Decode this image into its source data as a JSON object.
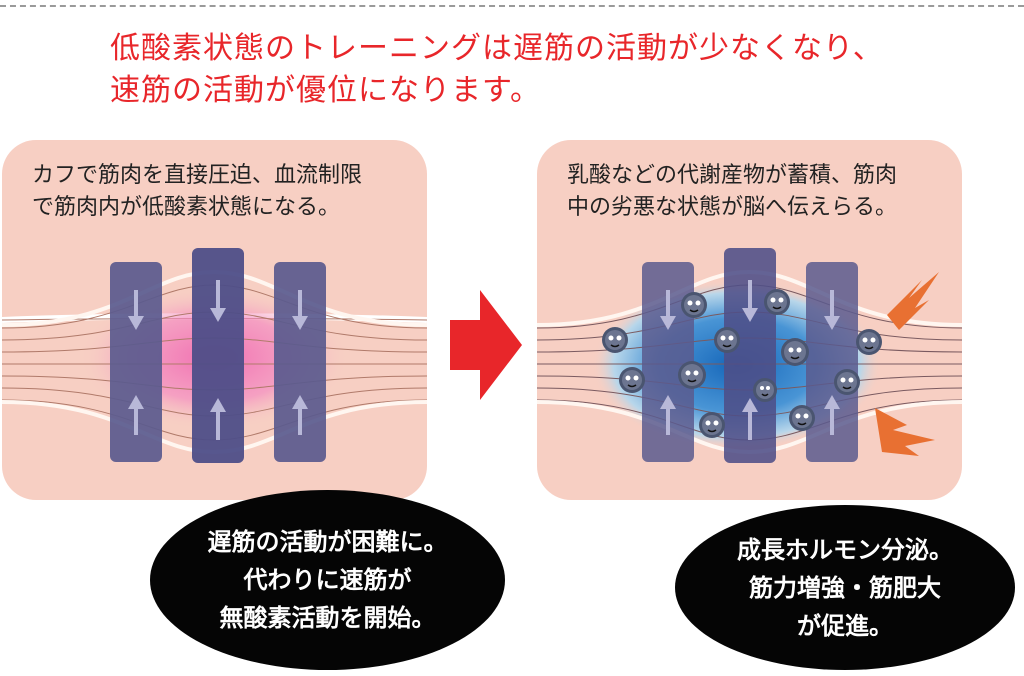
{
  "headline": {
    "line1": "低酸素状態のトレーニングは遅筋の活動が少なくなり、",
    "line2": "速筋の活動が優位になります。"
  },
  "left_panel": {
    "line1": "カフで筋肉を直接圧迫、血流制限",
    "line2": "で筋肉内が低酸素状態になる。",
    "glow_color": "#f06ab0"
  },
  "right_panel": {
    "line1": "乳酸などの代謝産物が蓄積、筋肉",
    "line2": "中の劣悪な状態が脳へ伝えらる。",
    "glow_color": "#1a78c8"
  },
  "arrow_color": "#e8262a",
  "left_bubble": {
    "line1": "遅筋の活動が困難に。",
    "line2": "代わりに速筋が",
    "line3": "無酸素活動を開始。"
  },
  "right_bubble": {
    "line1": "成長ホルモン分泌。",
    "line2": "筋力増強・筋肥大",
    "line3": "が促進。"
  },
  "icons": {
    "muscle_band": "muscle-band-icon",
    "metabolite": "metabolite-germ-icon",
    "lightning": "lightning-bolt-icon",
    "arrow": "right-arrow-icon"
  }
}
